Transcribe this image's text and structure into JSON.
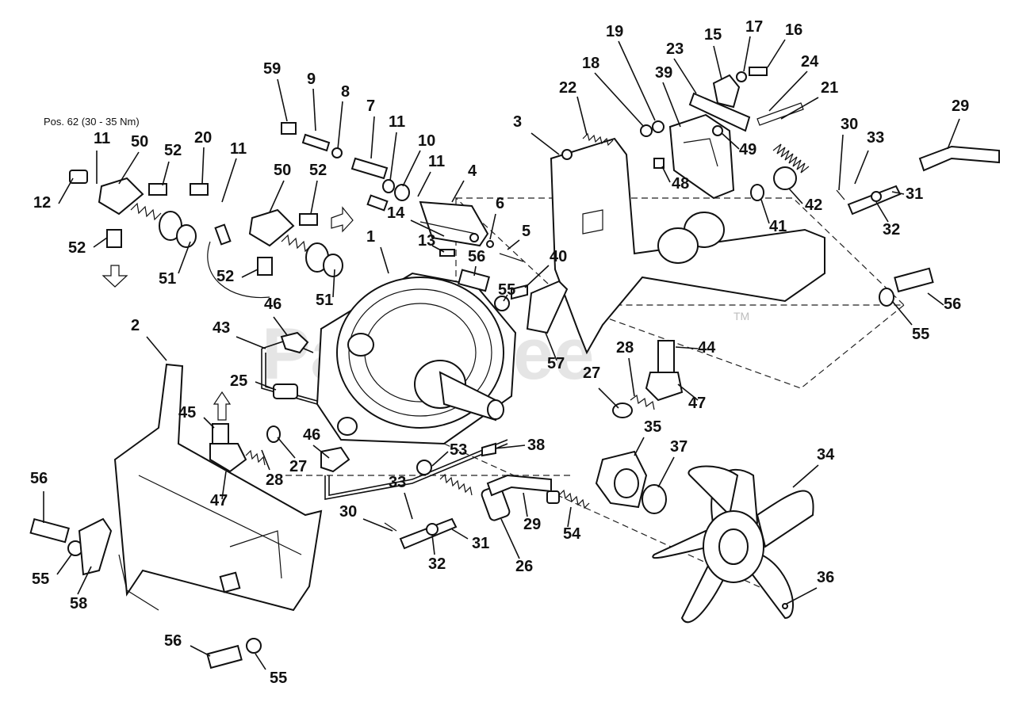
{
  "note": "Pos. 62  (30 - 35 Nm)",
  "watermark": "PartsTree",
  "trademark": "TM",
  "callouts": [
    {
      "id": "c1",
      "label": "1"
    },
    {
      "id": "c2",
      "label": "2"
    },
    {
      "id": "c3",
      "label": "3"
    },
    {
      "id": "c4",
      "label": "4"
    },
    {
      "id": "c5",
      "label": "5"
    },
    {
      "id": "c6",
      "label": "6"
    },
    {
      "id": "c7",
      "label": "7"
    },
    {
      "id": "c8",
      "label": "8"
    },
    {
      "id": "c9",
      "label": "9"
    },
    {
      "id": "c10",
      "label": "10"
    },
    {
      "id": "c11a",
      "label": "11"
    },
    {
      "id": "c11b",
      "label": "11"
    },
    {
      "id": "c11c",
      "label": "11"
    },
    {
      "id": "c11d",
      "label": "11"
    },
    {
      "id": "c12",
      "label": "12"
    },
    {
      "id": "c13",
      "label": "13"
    },
    {
      "id": "c14",
      "label": "14"
    },
    {
      "id": "c15",
      "label": "15"
    },
    {
      "id": "c16",
      "label": "16"
    },
    {
      "id": "c17",
      "label": "17"
    },
    {
      "id": "c18",
      "label": "18"
    },
    {
      "id": "c19",
      "label": "19"
    },
    {
      "id": "c20",
      "label": "20"
    },
    {
      "id": "c21",
      "label": "21"
    },
    {
      "id": "c22",
      "label": "22"
    },
    {
      "id": "c23",
      "label": "23"
    },
    {
      "id": "c24",
      "label": "24"
    },
    {
      "id": "c25",
      "label": "25"
    },
    {
      "id": "c26",
      "label": "26"
    },
    {
      "id": "c27a",
      "label": "27"
    },
    {
      "id": "c27b",
      "label": "27"
    },
    {
      "id": "c28a",
      "label": "28"
    },
    {
      "id": "c28b",
      "label": "28"
    },
    {
      "id": "c29a",
      "label": "29"
    },
    {
      "id": "c29b",
      "label": "29"
    },
    {
      "id": "c30a",
      "label": "30"
    },
    {
      "id": "c30b",
      "label": "30"
    },
    {
      "id": "c31a",
      "label": "31"
    },
    {
      "id": "c31b",
      "label": "31"
    },
    {
      "id": "c32a",
      "label": "32"
    },
    {
      "id": "c32b",
      "label": "32"
    },
    {
      "id": "c33a",
      "label": "33"
    },
    {
      "id": "c33b",
      "label": "33"
    },
    {
      "id": "c34",
      "label": "34"
    },
    {
      "id": "c35",
      "label": "35"
    },
    {
      "id": "c36",
      "label": "36"
    },
    {
      "id": "c37",
      "label": "37"
    },
    {
      "id": "c38",
      "label": "38"
    },
    {
      "id": "c39",
      "label": "39"
    },
    {
      "id": "c40",
      "label": "40"
    },
    {
      "id": "c41",
      "label": "41"
    },
    {
      "id": "c42",
      "label": "42"
    },
    {
      "id": "c43",
      "label": "43"
    },
    {
      "id": "c44",
      "label": "44"
    },
    {
      "id": "c45",
      "label": "45"
    },
    {
      "id": "c46a",
      "label": "46"
    },
    {
      "id": "c46b",
      "label": "46"
    },
    {
      "id": "c47a",
      "label": "47"
    },
    {
      "id": "c47b",
      "label": "47"
    },
    {
      "id": "c48",
      "label": "48"
    },
    {
      "id": "c49",
      "label": "49"
    },
    {
      "id": "c50a",
      "label": "50"
    },
    {
      "id": "c50b",
      "label": "50"
    },
    {
      "id": "c51a",
      "label": "51"
    },
    {
      "id": "c51b",
      "label": "51"
    },
    {
      "id": "c52a",
      "label": "52"
    },
    {
      "id": "c52b",
      "label": "52"
    },
    {
      "id": "c52c",
      "label": "52"
    },
    {
      "id": "c52d",
      "label": "52"
    },
    {
      "id": "c53",
      "label": "53"
    },
    {
      "id": "c54",
      "label": "54"
    },
    {
      "id": "c55a",
      "label": "55"
    },
    {
      "id": "c55b",
      "label": "55"
    },
    {
      "id": "c55c",
      "label": "55"
    },
    {
      "id": "c55d",
      "label": "55"
    },
    {
      "id": "c56a",
      "label": "56"
    },
    {
      "id": "c56b",
      "label": "56"
    },
    {
      "id": "c56c",
      "label": "56"
    },
    {
      "id": "c56d",
      "label": "56"
    },
    {
      "id": "c57",
      "label": "57"
    },
    {
      "id": "c58",
      "label": "58"
    },
    {
      "id": "c59",
      "label": "59"
    }
  ]
}
